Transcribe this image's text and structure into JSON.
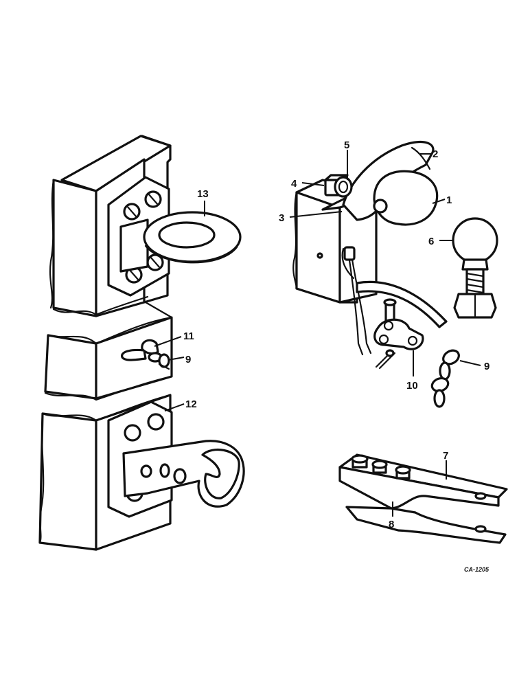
{
  "diagram": {
    "callouts": [
      "1",
      "2",
      "3",
      "4",
      "5",
      "6",
      "7",
      "8",
      "9",
      "9",
      "10",
      "11",
      "12",
      "13"
    ],
    "reference_code": "CA-1205"
  },
  "colors": {
    "ink": "#111111",
    "paper": "#ffffff"
  }
}
